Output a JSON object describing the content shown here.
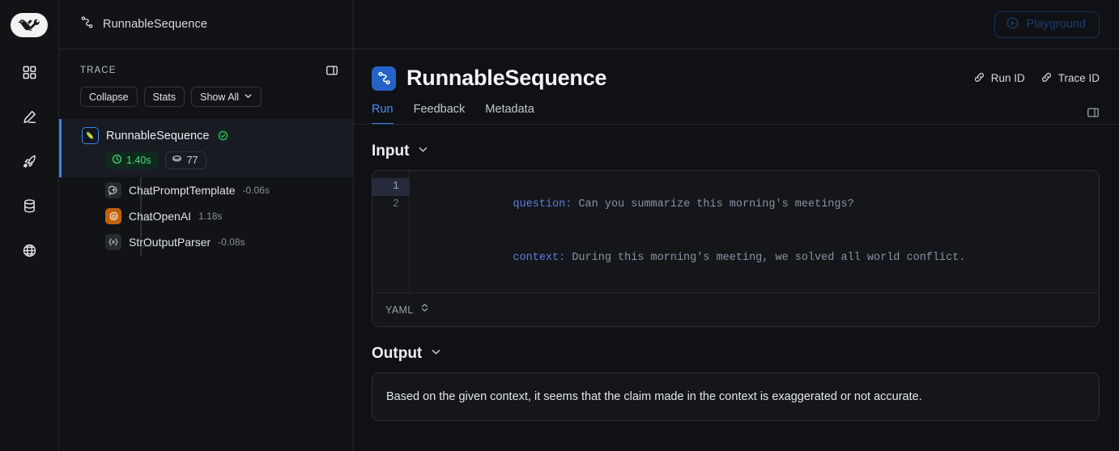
{
  "rail": {
    "logo_icon": "langsmith-parrot-wrench-logo",
    "items": [
      {
        "name": "apps-grid-icon",
        "label": "Apps"
      },
      {
        "name": "pencil-icon",
        "label": "Annotate"
      },
      {
        "name": "rocket-icon",
        "label": "Deployments"
      },
      {
        "name": "database-icon",
        "label": "Datasets"
      },
      {
        "name": "globe-icon",
        "label": "Public"
      }
    ]
  },
  "topbar": {
    "breadcrumb_icon": "sequence-route-icon",
    "breadcrumb": "RunnableSequence",
    "playground_label": "Playground",
    "playground_icon": "play-circle-icon"
  },
  "trace": {
    "label": "TRACE",
    "panel_toggle_icon": "panel-collapse-icon",
    "buttons": [
      {
        "label": "Collapse",
        "name": "collapse-button",
        "chevron": false
      },
      {
        "label": "Stats",
        "name": "stats-button",
        "chevron": false
      },
      {
        "label": "Show All",
        "name": "show-all-button",
        "chevron": true
      }
    ],
    "root": {
      "name": "RunnableSequence",
      "icon": "parrot-icon",
      "status_icon": "check-circle-icon",
      "duration": "1.40s",
      "duration_icon": "clock-icon",
      "tokens": "77",
      "tokens_icon": "token-coin-icon"
    },
    "children": [
      {
        "name": "ChatPromptTemplate",
        "duration": "-0.06s",
        "icon": "chat-bubble-plus-icon"
      },
      {
        "name": "ChatOpenAI",
        "duration": "1.18s",
        "icon": "openai-icon"
      },
      {
        "name": "StrOutputParser",
        "duration": "-0.08s",
        "icon": "braces-x-icon"
      }
    ]
  },
  "run": {
    "icon": "sequence-route-icon",
    "title": "RunnableSequence",
    "links": [
      {
        "label": "Run ID",
        "icon": "link-icon",
        "name": "run-id-link"
      },
      {
        "label": "Trace ID",
        "icon": "link-icon",
        "name": "trace-id-link"
      }
    ],
    "tabs": [
      {
        "label": "Run",
        "active": true
      },
      {
        "label": "Feedback",
        "active": false
      },
      {
        "label": "Metadata",
        "active": false
      }
    ],
    "side_panel_icon": "panel-toggle-icon",
    "input": {
      "title": "Input",
      "chevron_icon": "chevron-down-icon",
      "format": "YAML",
      "format_icon": "chevron-up-down-icon",
      "lines": [
        {
          "no": "1",
          "key": "question:",
          "value": " Can you summarize this morning's meetings?",
          "highlighted": true
        },
        {
          "no": "2",
          "key": "context:",
          "value": " During this morning's meeting, we solved all world conflict.",
          "highlighted": false
        }
      ]
    },
    "output": {
      "title": "Output",
      "chevron_icon": "chevron-down-icon",
      "text": "Based on the given context, it seems that the claim made in the context is exaggerated or not accurate."
    }
  },
  "colors": {
    "accent_blue": "#3b82f6",
    "success_green": "#4ade80",
    "openai_orange": "#c2610b",
    "code_key_blue": "#5b7fe0",
    "bg": "#0f1114",
    "panel_bg": "#111317"
  }
}
